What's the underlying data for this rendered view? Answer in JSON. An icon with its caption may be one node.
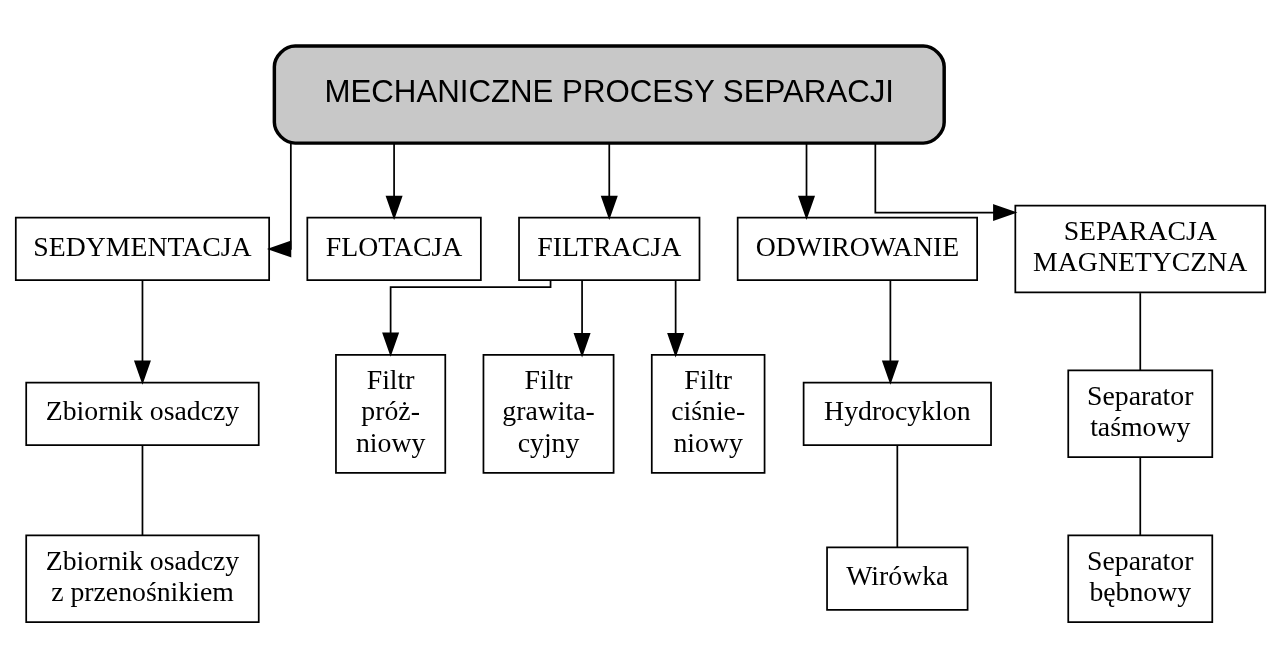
{
  "diagram": {
    "nodes": [
      {
        "text": [
          "MECHANICZNE PROCESY SEPARACJI"
        ]
      },
      {
        "text": [
          "SEDYMENTACJA"
        ]
      },
      {
        "text": [
          "FLOTACJA"
        ]
      },
      {
        "text": [
          "FILTRACJA"
        ]
      },
      {
        "text": [
          "ODWIROWANIE"
        ]
      },
      {
        "text": [
          "SEPARACJA MAGNETYCZNA"
        ]
      },
      {
        "text": [
          "Hydrocyklon"
        ]
      },
      {
        "text": [
          "Separator taśmowy"
        ]
      },
      {
        "text": [
          "Zbiornik osadczy"
        ]
      },
      {
        "text": [
          "Wirówka"
        ]
      },
      {
        "text": [
          "Zbiornik osadczy z przenośnikiem"
        ]
      },
      {
        "text": [
          "Separator bębnowy"
        ]
      },
      {
        "text": [
          "Filtr próż- niowy"
        ]
      },
      {
        "text": [
          "Filtr grawita- cyjny"
        ]
      },
      {
        "text": [
          "Filtr ciśnie- niowy"
        ]
      }
    ],
    "edges": [
      {
        "from": 0,
        "to": 1,
        "arrow": "to"
      },
      {
        "from": 0,
        "to": 2,
        "arrow": "to"
      },
      {
        "from": 0,
        "to": 3,
        "arrow": "to"
      },
      {
        "from": 0,
        "to": 4,
        "arrow": "to"
      },
      {
        "from": 0,
        "to": 5,
        "arrow": "to"
      },
      {
        "from": 1,
        "to": 8,
        "arrow": "to"
      },
      {
        "from": 8,
        "to": 10,
        "arrow": "none"
      },
      {
        "from": 4,
        "to": 6,
        "arrow": "to"
      },
      {
        "from": 6,
        "to": 9,
        "arrow": "none"
      },
      {
        "from": 5,
        "to": 7,
        "arrow": "none"
      },
      {
        "from": 7,
        "to": 11,
        "arrow": "none"
      },
      {
        "from": 3,
        "to": 12,
        "arrow": "to"
      },
      {
        "from": 3,
        "to": 13,
        "arrow": "to"
      },
      {
        "from": 3,
        "to": 14,
        "arrow": "to"
      }
    ]
  }
}
